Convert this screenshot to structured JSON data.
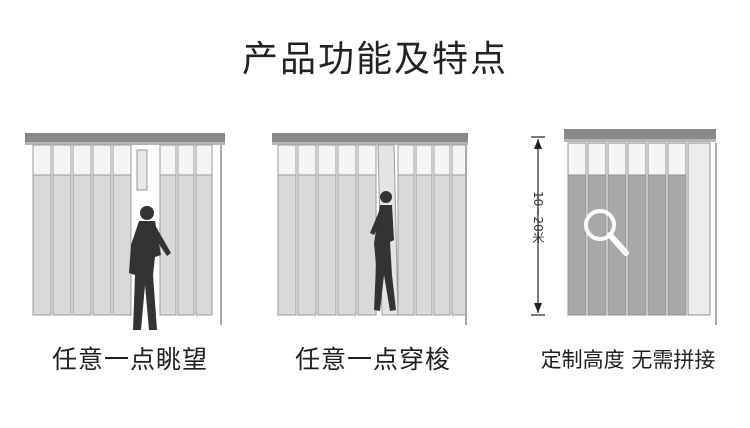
{
  "title": "产品功能及特点",
  "panels": [
    {
      "caption": "任意一点眺望"
    },
    {
      "caption": "任意一点穿梭"
    },
    {
      "caption": "定制高度 无需拼接",
      "dimension_label": "10~20米"
    }
  ],
  "icons": [
    "person-walking-icon",
    "person-passing-icon",
    "magnifier-icon"
  ],
  "colors": {
    "rail": "#8a8a8a",
    "fabric": "#d9d9d9",
    "curtain_upper": "#f2f2f2",
    "outline": "#9a9a9a",
    "silhouette": "#333333"
  }
}
